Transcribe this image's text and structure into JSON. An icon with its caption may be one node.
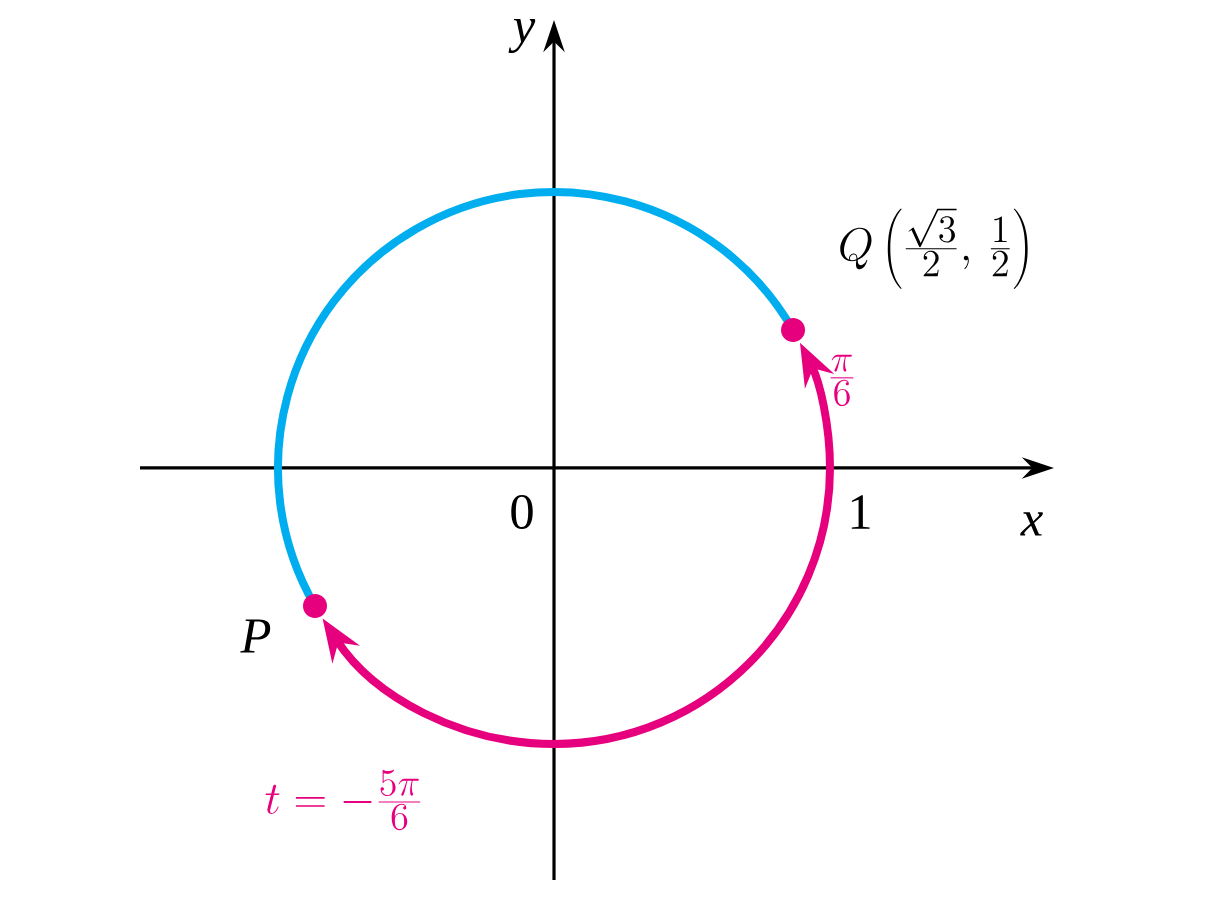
{
  "diagram": {
    "nodes": [
      {
        "text": [],
        "shape": "circle",
        "beside": [
          "Q\\left(\\frac{\\sqrt{3}}{2},\\,\\frac{1}{2}\\right)"
        ]
      },
      {
        "text": [],
        "shape": "circle",
        "beside": [
          "P"
        ]
      }
    ],
    "edges": [
      {
        "from": null,
        "to": 0,
        "arrow": "to",
        "label": "\\frac{\\pi}{6}"
      },
      {
        "from": null,
        "to": 1,
        "arrow": "to",
        "label": "t=-\\frac{5\\pi}{6}"
      }
    ],
    "labels": [
      "y",
      "x",
      "0",
      "1"
    ]
  }
}
